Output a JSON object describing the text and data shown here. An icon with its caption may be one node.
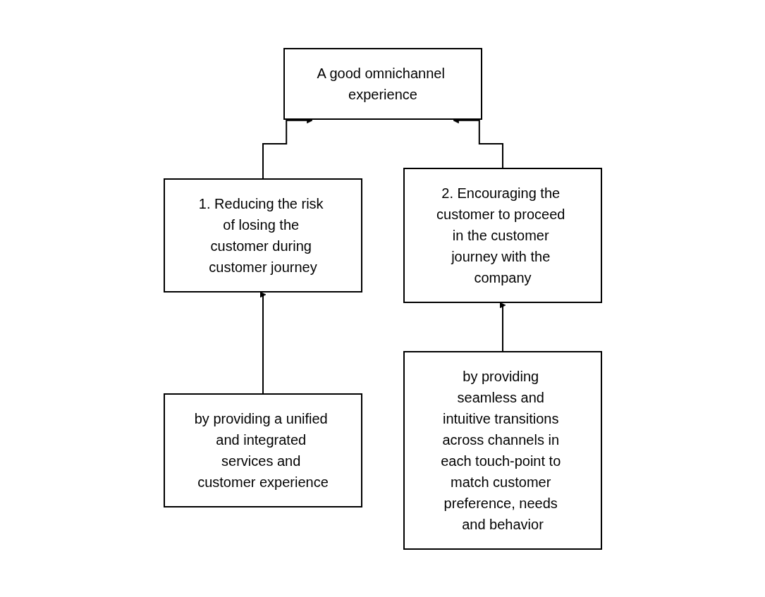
{
  "diagram": {
    "nodes": [
      {
        "text": [
          "A good omnichannel experience"
        ]
      },
      {
        "text": [
          "1. Reducing the risk of losing the customer during customer journey"
        ]
      },
      {
        "text": [
          "2. Encouraging the customer to proceed in the customer journey with the company"
        ]
      },
      {
        "text": [
          "by providing a unified and integrated services and customer experience"
        ]
      },
      {
        "text": [
          "by providing seamless and intuitive transitions across channels in each touch-point to match customer preference, needs and behavior"
        ]
      }
    ],
    "edges": [
      {
        "from": 1,
        "to": 0,
        "arrow": "to"
      },
      {
        "from": 2,
        "to": 0,
        "arrow": "to"
      },
      {
        "from": 3,
        "to": 1,
        "arrow": "to"
      },
      {
        "from": 4,
        "to": 2,
        "arrow": "to"
      }
    ]
  }
}
